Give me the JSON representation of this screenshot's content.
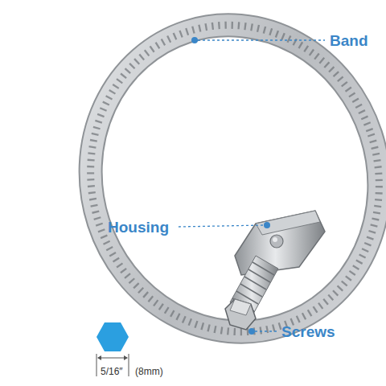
{
  "diagram": {
    "labels": [
      "Band",
      "Housing",
      "Screws",
      "5/16″",
      "(8mm)"
    ]
  }
}
